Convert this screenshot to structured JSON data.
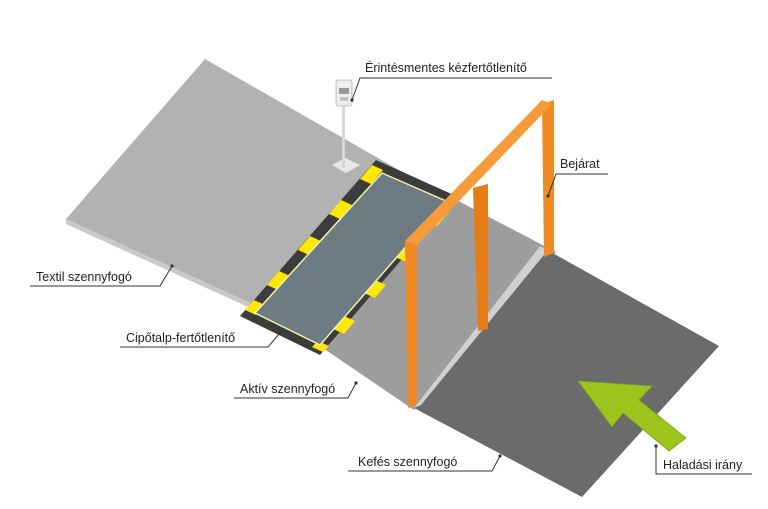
{
  "labels": {
    "hand_sanitizer": "Érintésmentes kézfertőtlenítő",
    "entrance": "Bejárat",
    "textile_mat": "Textil szennyfogó",
    "sole_disinfector": "Cipőtalp-fertőtlenítő",
    "active_mat": "Aktív szennyfogó",
    "brush_mat": "Kefés szennyfogó",
    "direction": "Haladási irány"
  },
  "colors": {
    "textile": "#b2b2b2",
    "active": "#9d9d9d",
    "brush": "#6b6b6b",
    "disinfector": "#6d7b83",
    "stripe_yellow": "#ffe800",
    "stripe_dark": "#3c3c3c",
    "frame": "#f08a24",
    "arrow": "#9dc41c",
    "leader": "#333333"
  },
  "icons": {
    "sanitizer": "sanitizer-dispenser-icon",
    "arrow": "direction-arrow-icon"
  }
}
